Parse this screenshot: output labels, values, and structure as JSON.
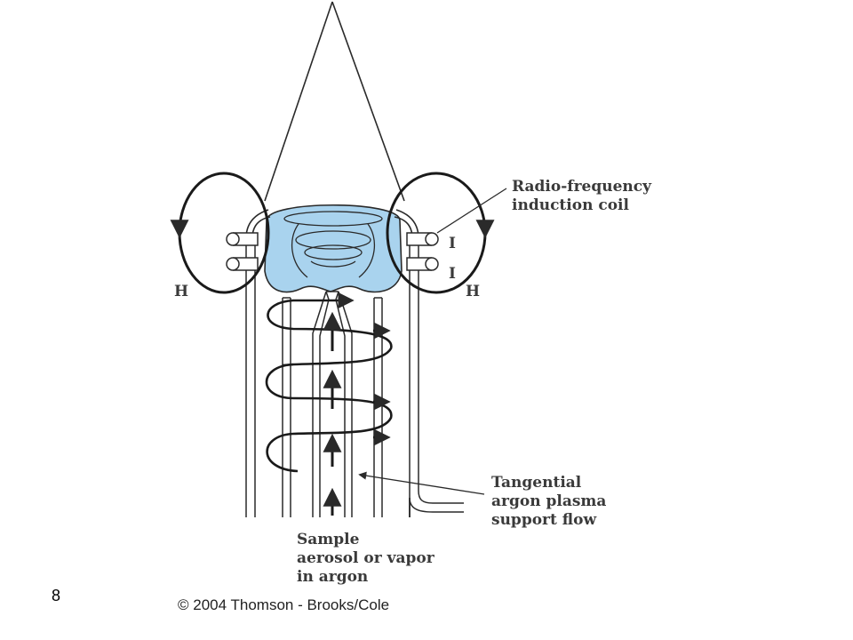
{
  "labels": {
    "coil": [
      "Radio-frequency",
      "induction coil"
    ],
    "flow": [
      "Tangential",
      "argon plasma",
      "support flow"
    ],
    "sample": [
      "Sample",
      "aerosol or vapor",
      "in argon"
    ]
  },
  "symbols": {
    "h_left": "H",
    "h_right": "H",
    "current_top": "I",
    "current_bottom": "I"
  },
  "page_number": "8",
  "copyright": "© 2004 Thomson - Brooks/Cole",
  "colors": {
    "plasma": "#a9d3ee",
    "line": "#2a2a2a"
  }
}
